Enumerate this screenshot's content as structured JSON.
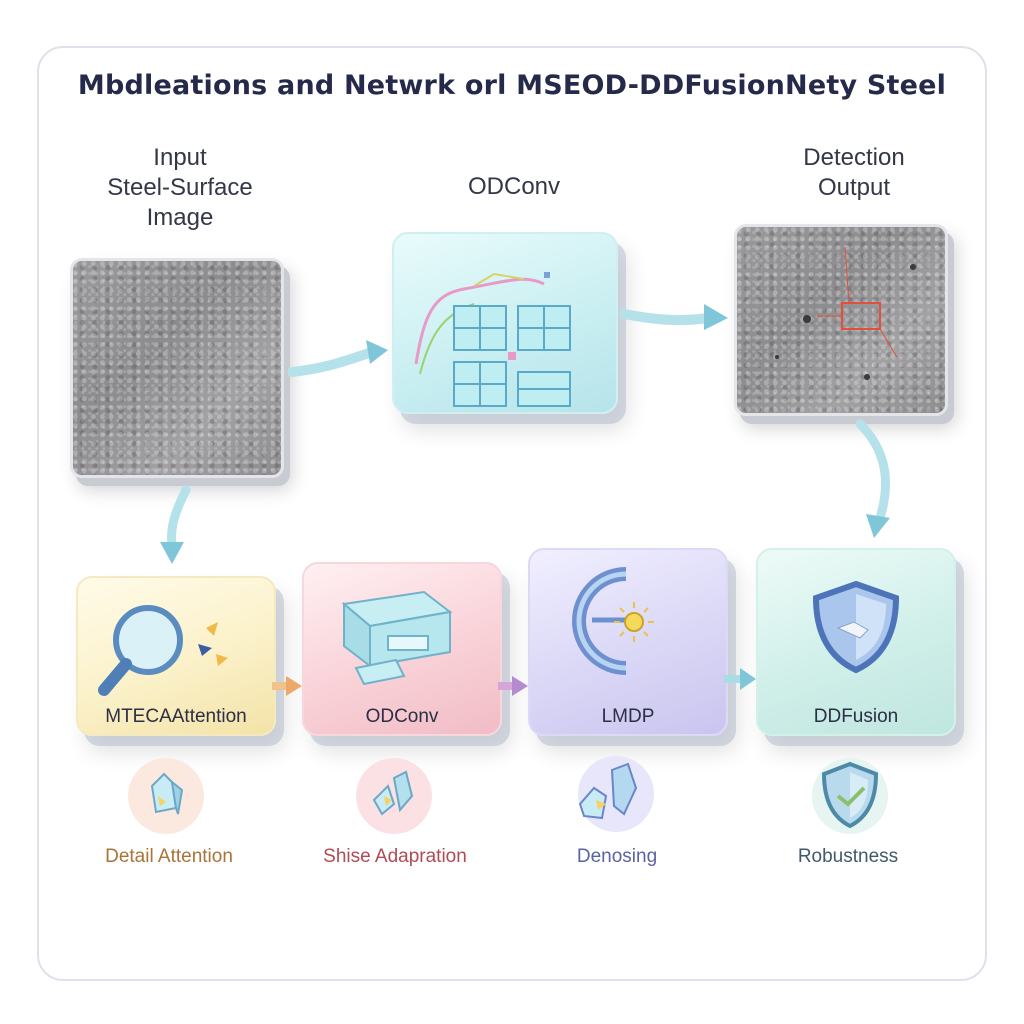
{
  "title": "Mbdleations and Netwrk orl MSEOD-DDFusionNety Steel",
  "top_row": {
    "input_label": [
      "Input",
      "Steel-Surface",
      "Image"
    ],
    "odconv_label": "ODConv",
    "output_label": [
      "Detection",
      "Output"
    ]
  },
  "modules": [
    {
      "label": "MTECAAttention",
      "sub_label": "Detail Attention",
      "color": "#f6e9b6",
      "text_color": "#a9743a",
      "icon": "magnifier-icon"
    },
    {
      "label": "ODConv",
      "sub_label": "Shise Adapration",
      "color": "#f7c9d0",
      "text_color": "#b04b55",
      "icon": "conv-block-icon"
    },
    {
      "label": "LMDP",
      "sub_label": "Denosing",
      "color": "#d5d2f3",
      "text_color": "#5a63a8",
      "icon": "pulse-ring-icon"
    },
    {
      "label": "DDFusion",
      "sub_label": "Robustness",
      "color": "#c8ece6",
      "text_color": "#3f5a6a",
      "icon": "shield-icon"
    }
  ],
  "colors": {
    "arrow_blue": "#9fd6e2",
    "detection_box": "#e0503c"
  }
}
